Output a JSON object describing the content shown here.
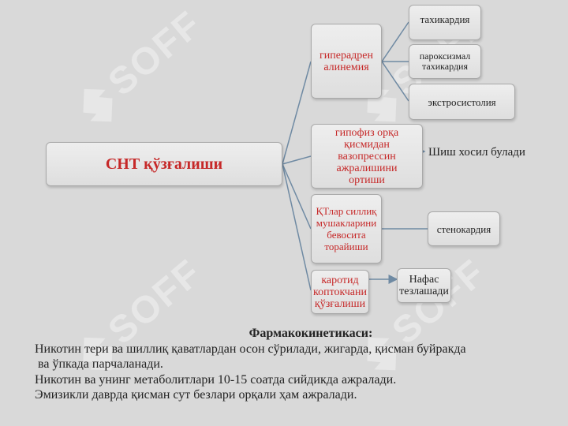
{
  "diagram": {
    "center": "СНТ қўзғалиши",
    "hyperadrenalinemia": "гиперадрен алинемия",
    "tachycardia": "тахикардия",
    "paroxysmal": "пароксизмал тахикардия",
    "extrasystole": "экстросистолия",
    "vasopressin": "гипофиз орқа қисмидан вазопрессин ажралишини ортиши",
    "edema": "Шиш хосил булади",
    "smooth_muscle": "ҚТлар силлиқ мушакларини бевосита торайиши",
    "stenocardia": "стенокардия",
    "carotid": "каротид коптокчани қўзғалиши",
    "breathing": "Нафас тезлашади"
  },
  "text": {
    "title": "Фармакокинетикаси:",
    "lines": [
      "Никотин тери ва шиллиқ қаватлардан осон сўрилади, жигарда, қисман буйракда",
      " ва ўпкада парчаланади.",
      "Никотин ва унинг метаболитлари 10-15 соатда сийдикда ажралади.",
      "Эмизикли даврда қисман сут безлари орқали ҳам ажралади."
    ]
  },
  "watermark": {
    "text": "SOFF",
    "icon": "soff-logo-icon",
    "color": "#e7e7e7"
  },
  "colors": {
    "accent_text": "#c62828",
    "connector": "#6f8aa3",
    "background": "#d9d9d9"
  }
}
